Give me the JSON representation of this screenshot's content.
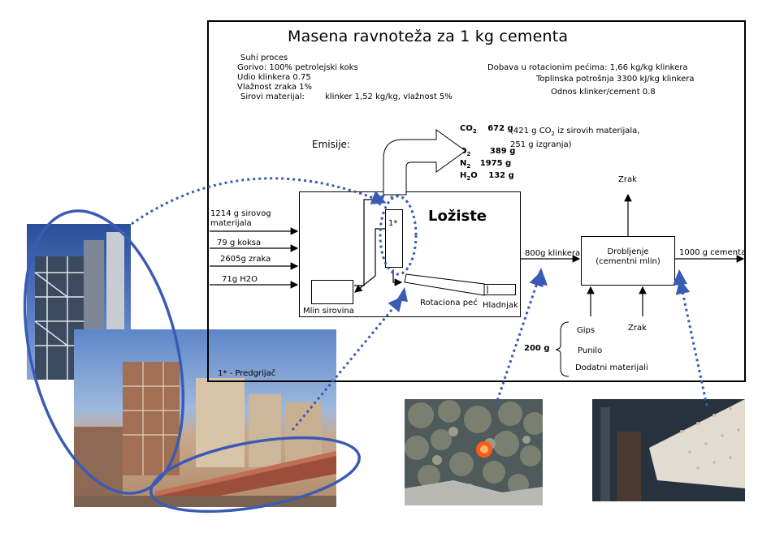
{
  "title": "Masena ravnoteža za 1 kg cementa",
  "params_left": [
    "Suhi proces",
    "Gorivo: 100% petrolejski koks",
    "Udio klinkera 0.75",
    "Vlažnost zraka 1%"
  ],
  "raw_material": {
    "label": "Sirovi materijal:",
    "value": "klinker  1,52 kg/kg, vlažnost 5%"
  },
  "params_right": [
    "Dobava u rotacionim pećima: 1,66 kg/kg klinkera",
    "Toplinska potrošnja 3300 kJ/kg  klinkera",
    "Odnos klinker/cement 0.8"
  ],
  "emissions": {
    "label": "Emisije:",
    "items": [
      {
        "gas": "CO",
        "sub": "2",
        "value": "672 g"
      },
      {
        "gas": "O",
        "sub": "2",
        "value": "389 g"
      },
      {
        "gas": "N",
        "sub": "2",
        "value": "1975 g"
      },
      {
        "gas": "H",
        "sub": "2",
        "suffix": "O",
        "value": "132 g"
      }
    ],
    "note_line1_pre": "(421 g CO",
    "note_line1_sub": "2",
    "note_line1_post": " iz sirovih materijala,",
    "note_line2": "251 g izgranja)"
  },
  "inputs": [
    {
      "line1": "1214 g sirovog",
      "line2": "materijala"
    },
    {
      "line1": "79 g koksa"
    },
    {
      "line1": "2605g zraka"
    },
    {
      "line1": "71g H2O"
    }
  ],
  "lozište": "Ložiste",
  "preheater_mark": "1*",
  "preheater_mark_small": "*",
  "mlin_sirovina": "Mlin sirovina",
  "rotaciona_pec": "Rotaciona peć",
  "hladnjak": "Hladnjak",
  "klinker_flow": "800g klinkera",
  "drobljenje": {
    "line1": "Drobljenje",
    "line2": "(cementni mlin)"
  },
  "cement_output": "1000 g cementa",
  "zrak_top": "Zrak",
  "zrak_bottom": "Zrak",
  "additives": {
    "amount": "200 g",
    "items": [
      "Gips",
      "Punilo",
      "Dodatni materijali"
    ]
  },
  "footnote": "1* - Predgrijač",
  "colors": {
    "accent_blue": "#3a5bb5",
    "frame": "#000000"
  }
}
